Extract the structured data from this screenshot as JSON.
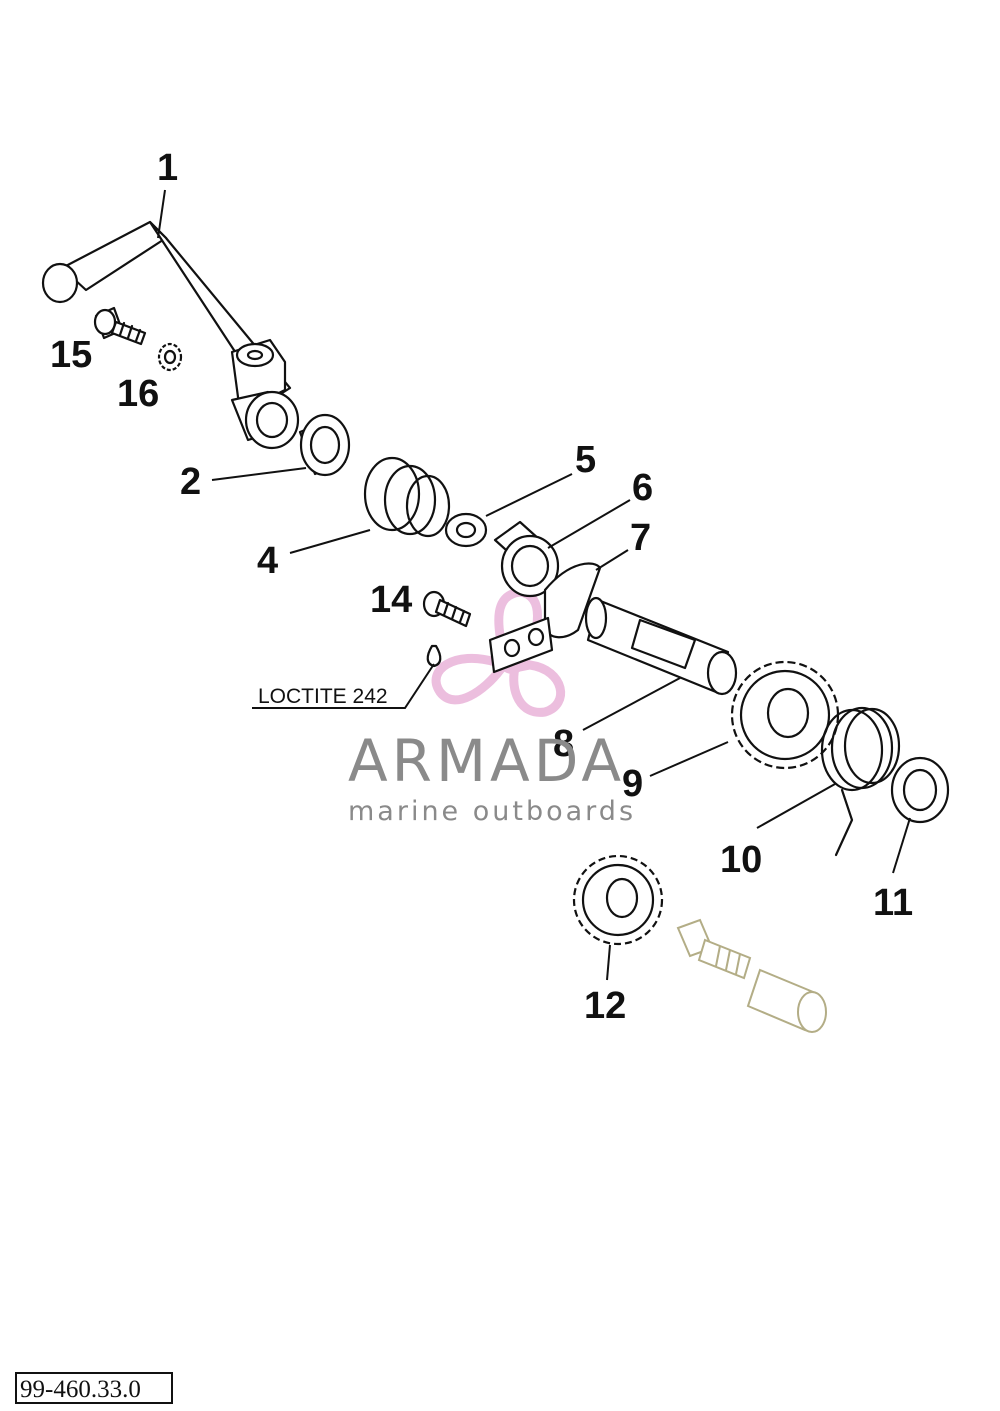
{
  "callouts": {
    "c1": "1",
    "c2": "2",
    "c4": "4",
    "c5": "5",
    "c6": "6",
    "c7": "7",
    "c8": "8",
    "c9": "9",
    "c10": "10",
    "c11": "11",
    "c12": "12",
    "c14": "14",
    "c15": "15",
    "c16": "16"
  },
  "note": "LOCTITE 242",
  "watermark": {
    "title": "ARMADA",
    "subtitle": "marine outboards"
  },
  "drawing_code": "99-460.33.0",
  "colors": {
    "line": "#111111",
    "watermark_gray": "#8a8a8a",
    "watermark_pink": "#e6a9d4",
    "ghost_part": "#b3ad86"
  }
}
